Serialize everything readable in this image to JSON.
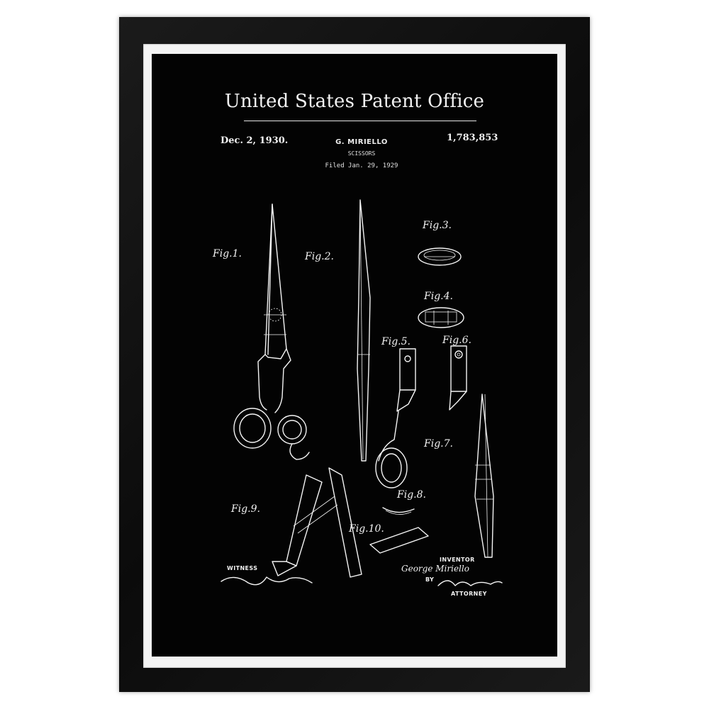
{
  "patent": {
    "office_title": "United States Patent Office",
    "date": "Dec. 2, 1930.",
    "inventor_short": "G. MIRIELLO",
    "subject": "SCISSORS",
    "filed": "Filed Jan. 29, 1929",
    "number": "1,783,853"
  },
  "figures": {
    "fig1": "Fig.1.",
    "fig2": "Fig.2.",
    "fig3": "Fig.3.",
    "fig4": "Fig.4.",
    "fig5": "Fig.5.",
    "fig6": "Fig.6.",
    "fig7": "Fig.7.",
    "fig8": "Fig.8.",
    "fig9": "Fig.9.",
    "fig10": "Fig.10."
  },
  "signatures": {
    "witness_label": "WITNESS",
    "inventor_label": "INVENTOR",
    "inventor_name": "George Miriello",
    "by_label": "BY",
    "attorney_label": "ATTORNEY"
  },
  "colors": {
    "frame": "#111111",
    "mat": "#f4f4f4",
    "poster_background": "#030303",
    "ink": "#f2f2f2"
  }
}
